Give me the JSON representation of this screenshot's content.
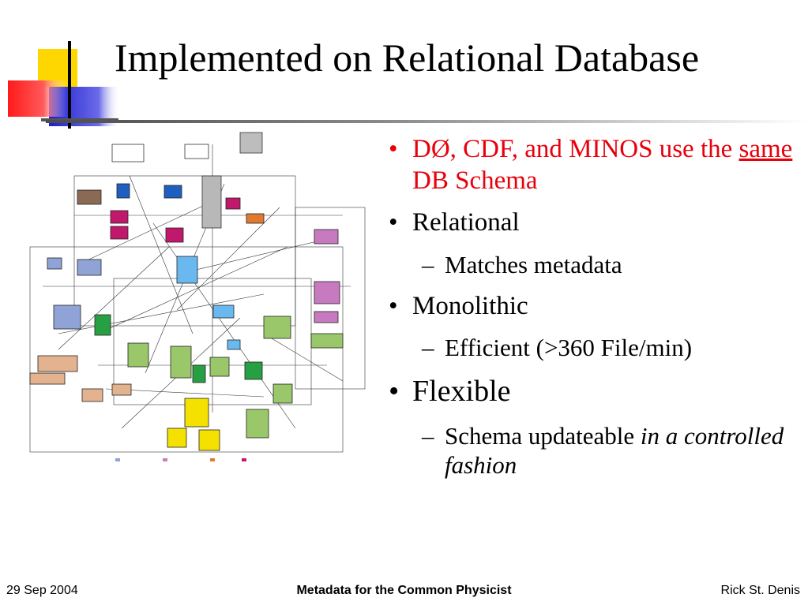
{
  "title": "Implemented on Relational Database",
  "bullets": [
    {
      "pre": "DØ, CDF, and MINOS use the ",
      "under": "same",
      "post": " DB Schema"
    },
    {
      "text": "Relational"
    },
    {
      "text": "Matches metadata"
    },
    {
      "text": "Monolithic"
    },
    {
      "text": "Efficient (>360 File/min)"
    },
    {
      "text": "Flexible"
    },
    {
      "main": "Schema updateable ",
      "italic": "in a controlled fashion"
    }
  ],
  "bullet_marker": "•",
  "sub_marker": "–",
  "footer": {
    "date": "29 Sep 2004",
    "center": "Metadata for the Common Physicist",
    "author": "Rick St. Denis"
  },
  "colors": {
    "accent_red": "#e8000b",
    "logo_yellow": "#ffd700",
    "logo_blue": "#2a2ad8",
    "logo_red": "#ff3030"
  },
  "diagram": {
    "icon": "database-schema-diagram"
  }
}
